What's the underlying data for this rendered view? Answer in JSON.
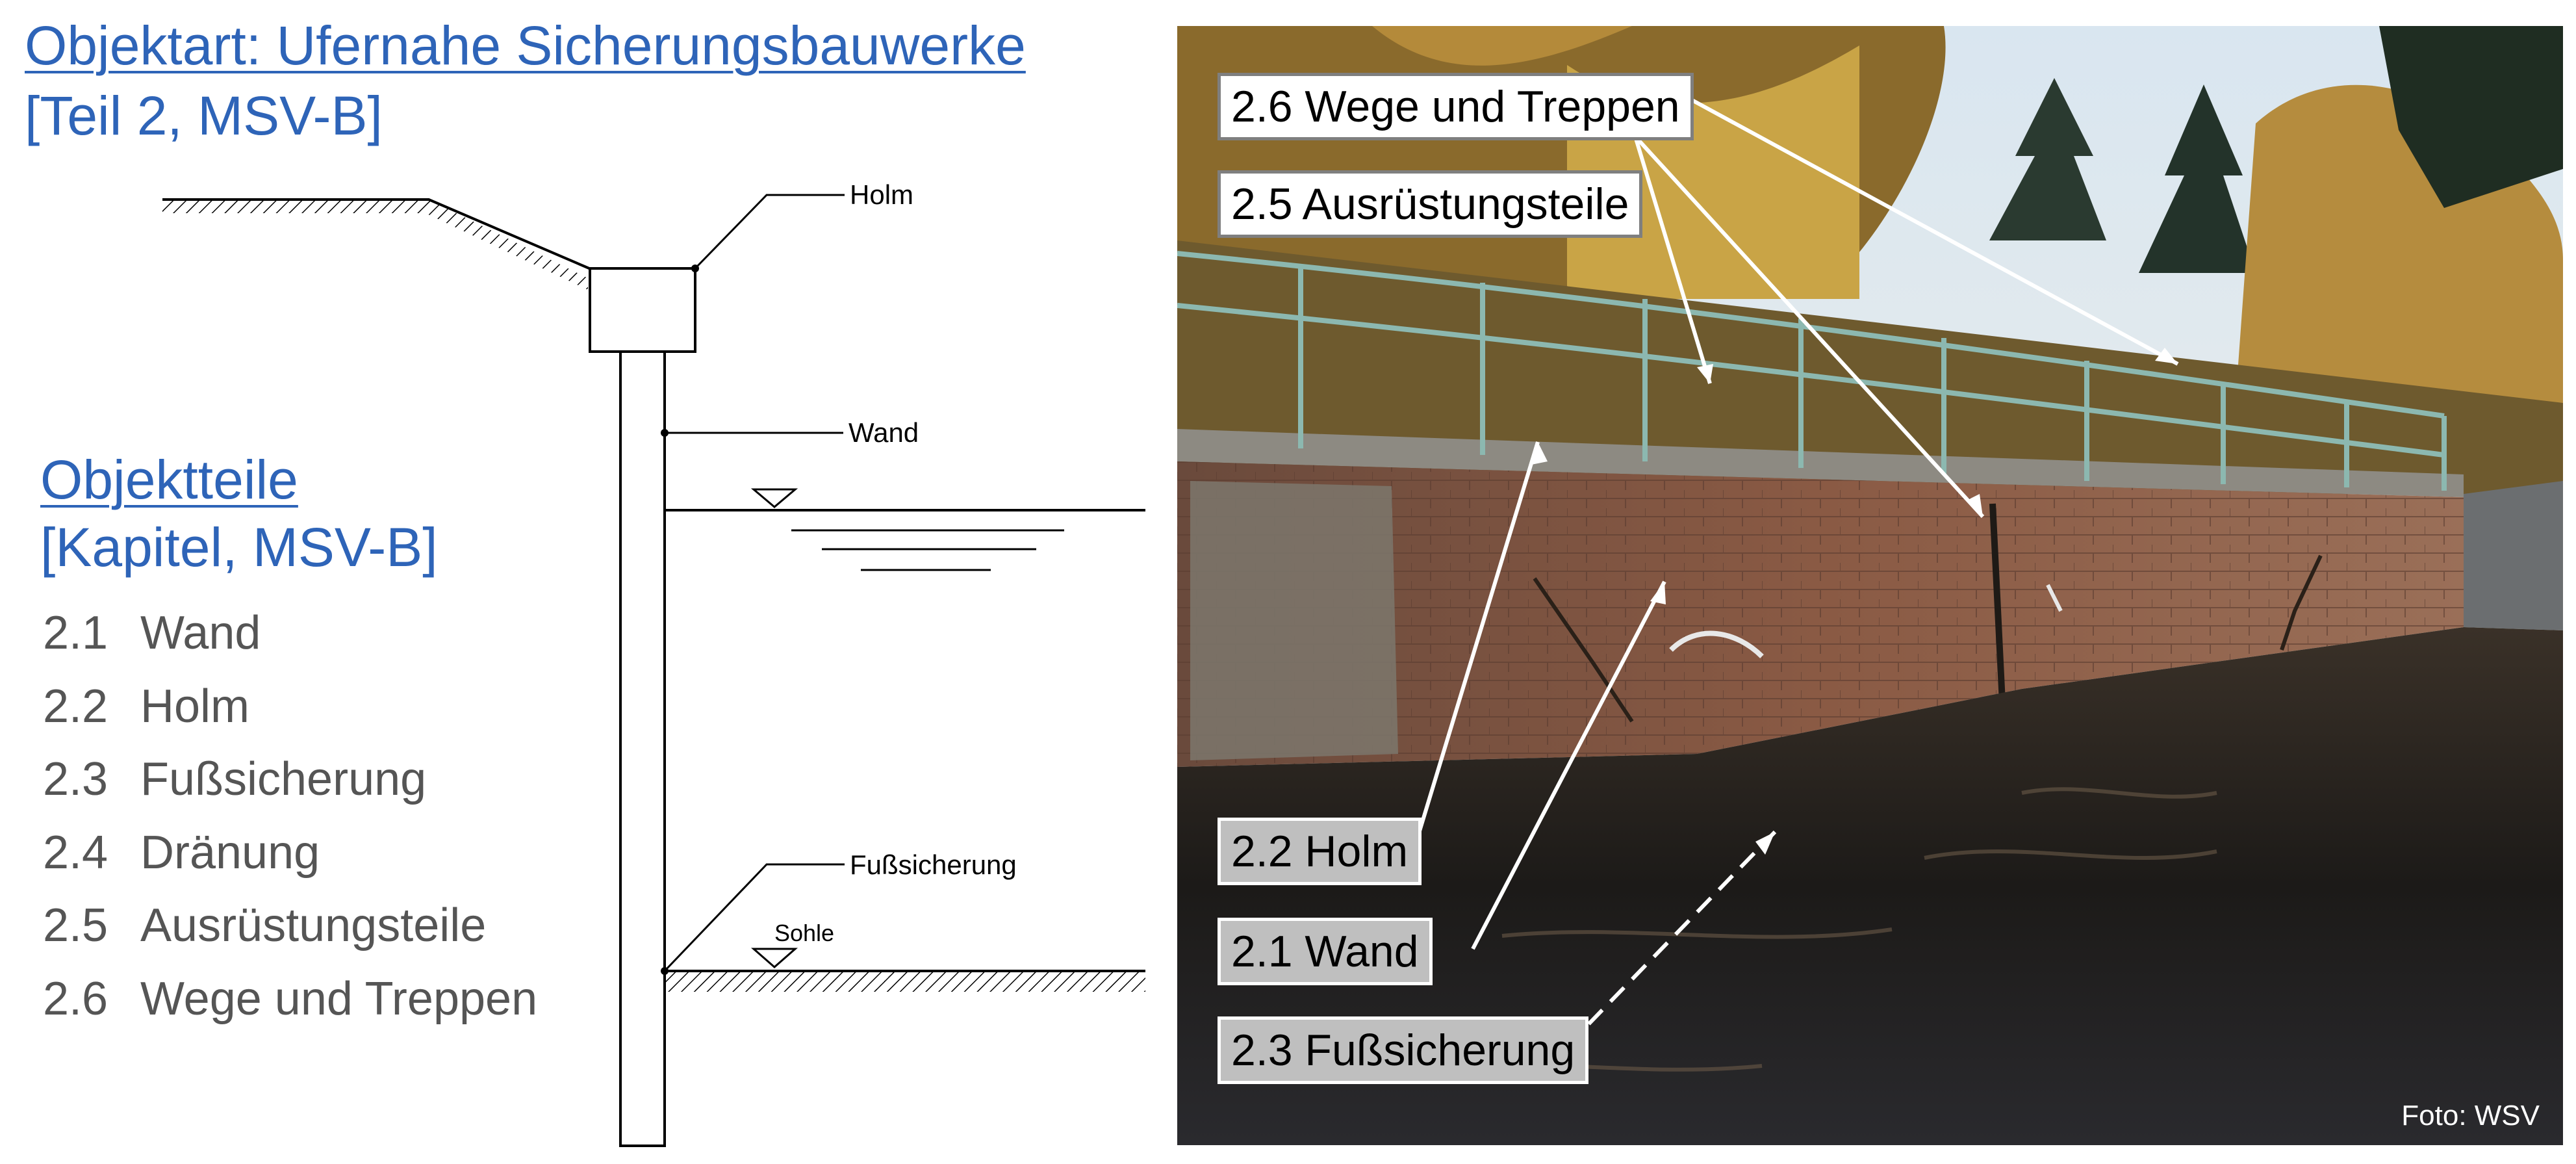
{
  "header": {
    "title_line1": "Objektart: Ufernahe Sicherungsbauwerke ",
    "title_line2": "[Teil 2, MSV-B]"
  },
  "parts": {
    "heading_line1": "Objektteile",
    "heading_line2": "[Kapitel, MSV-B]",
    "items": [
      {
        "num": "2.1",
        "label": "Wand"
      },
      {
        "num": "2.2",
        "label": "Holm"
      },
      {
        "num": "2.3",
        "label": "Fußsicherung"
      },
      {
        "num": "2.4",
        "label": "Dränung"
      },
      {
        "num": "2.5",
        "label": "Ausrüstungsteile"
      },
      {
        "num": "2.6",
        "label": "Wege und Treppen"
      }
    ]
  },
  "diagram": {
    "labels": {
      "holm": "Holm",
      "wand": "Wand",
      "fusssicherung": "Fußsicherung",
      "sohle": "Sohle"
    }
  },
  "photo": {
    "callouts": {
      "wege": "2.6 Wege und Treppen",
      "ausruestung": "2.5 Ausrüstungsteile",
      "holm": "2.2 Holm",
      "wand": "2.1 Wand",
      "fuss": "2.3 Fußsicherung"
    },
    "credit": "Foto: WSV"
  },
  "colors": {
    "heading_blue": "#2e64b8",
    "list_gray": "#555555"
  }
}
